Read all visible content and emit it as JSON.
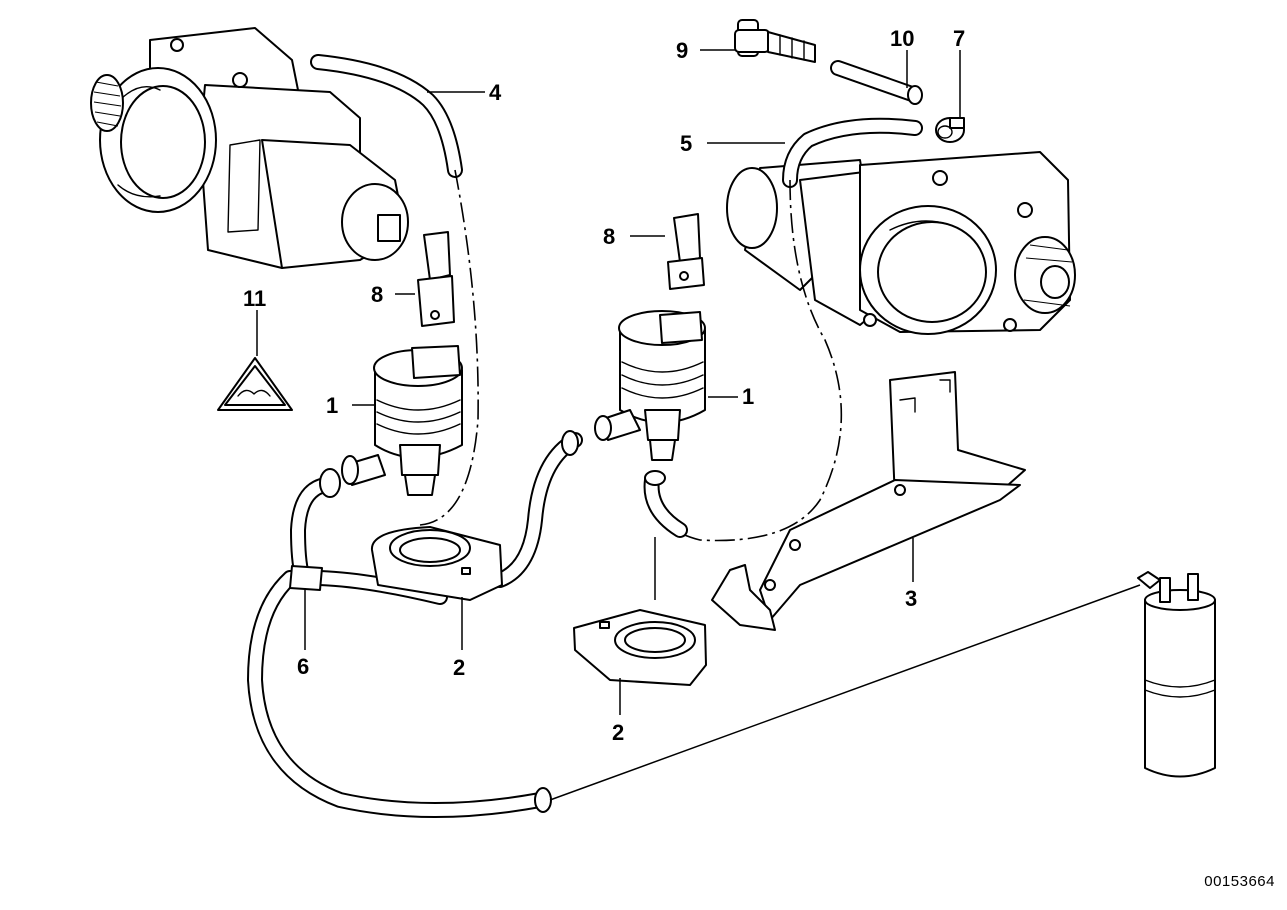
{
  "callouts": {
    "c1a": "1",
    "c1b": "1",
    "c2a": "2",
    "c2b": "2",
    "c3": "3",
    "c4": "4",
    "c5": "5",
    "c6": "6",
    "c7": "7",
    "c8a": "8",
    "c8b": "8",
    "c9": "9",
    "c10": "10",
    "c11": "11"
  },
  "reference_number": "00153664",
  "colors": {
    "line": "#000000",
    "background": "#ffffff"
  }
}
